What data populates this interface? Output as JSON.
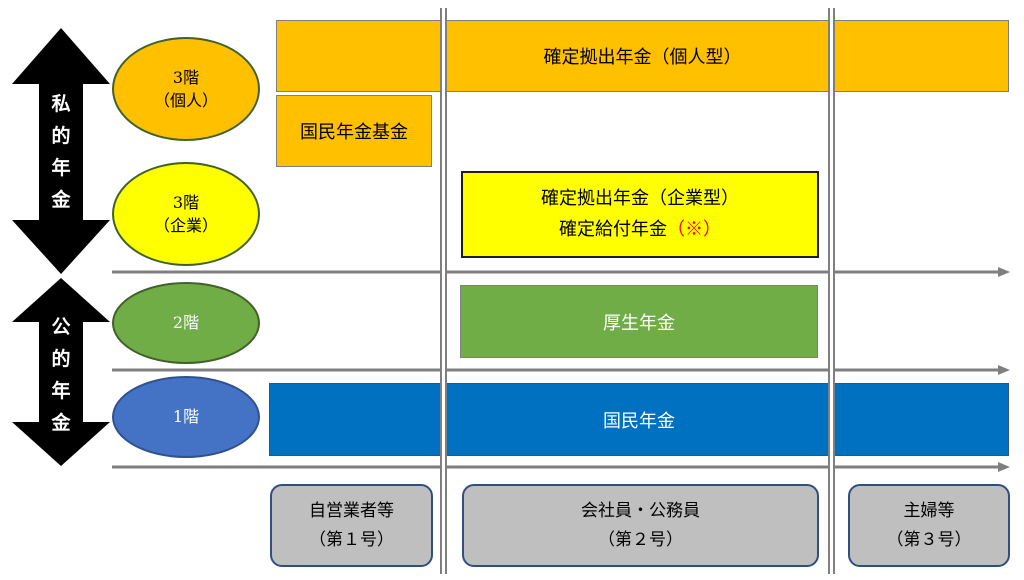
{
  "sides": {
    "private_label": [
      "私",
      "的",
      "年",
      "金"
    ],
    "public_label": [
      "公",
      "的",
      "年",
      "金"
    ]
  },
  "floors": {
    "f3_individual": {
      "line1": "3階",
      "line2": "（個人）"
    },
    "f3_corporate": {
      "line1": "3階",
      "line2": "（企業）"
    },
    "f2": {
      "line1": "2階"
    },
    "f1": {
      "line1": "1階"
    }
  },
  "bars": {
    "ideco": "確定拠出年金（個人型）",
    "kokumin_kikin": "国民年金基金",
    "corporate_line1": "確定拠出年金（企業型）",
    "corporate_line2": "確定給付年金",
    "corporate_note": "（※）",
    "kosei": "厚生年金",
    "kokumin": "国民年金"
  },
  "categories": [
    {
      "name": "自営業者等",
      "sub": "（第１号）"
    },
    {
      "name": "会社員・公務員",
      "sub": "（第２号）"
    },
    {
      "name": "主婦等",
      "sub": "（第３号）"
    }
  ],
  "colors": {
    "orange": "#ffc000",
    "yellow": "#ffff00",
    "green": "#70ad47",
    "blue": "#0070c0",
    "ellipse_blue": "#4472c4",
    "note_red": "#ff0000"
  }
}
